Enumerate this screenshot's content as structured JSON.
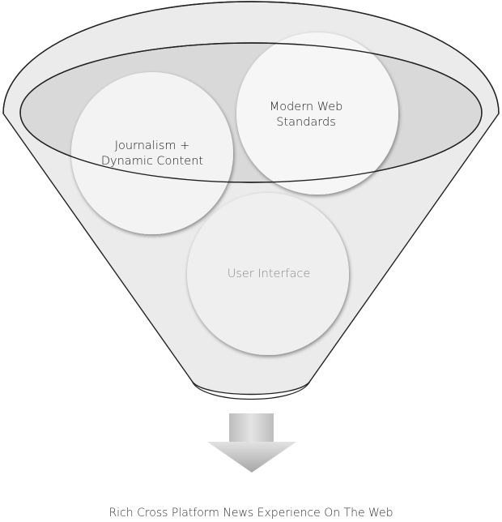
{
  "diagram": {
    "circles": [
      {
        "id": "journalism",
        "lines": [
          "Journalism +",
          "Dynamic Content"
        ]
      },
      {
        "id": "standards",
        "lines": [
          "Modern Web",
          "Standards"
        ]
      },
      {
        "id": "ui",
        "lines": [
          "User Interface"
        ]
      }
    ],
    "result_label": "Rich Cross Platform News Experience On The Web"
  },
  "colors": {
    "funnel_fill": "#ebebeb",
    "funnel_stroke": "#222222",
    "rim_fill": "#d6d6d6",
    "circle_fill": "#f2f2f2",
    "circle_shadow": "#bdbdbd",
    "arrow_top": "#e0e0e0",
    "arrow_bottom": "#a8a8a8",
    "muted_text": "#8a8a8a"
  }
}
